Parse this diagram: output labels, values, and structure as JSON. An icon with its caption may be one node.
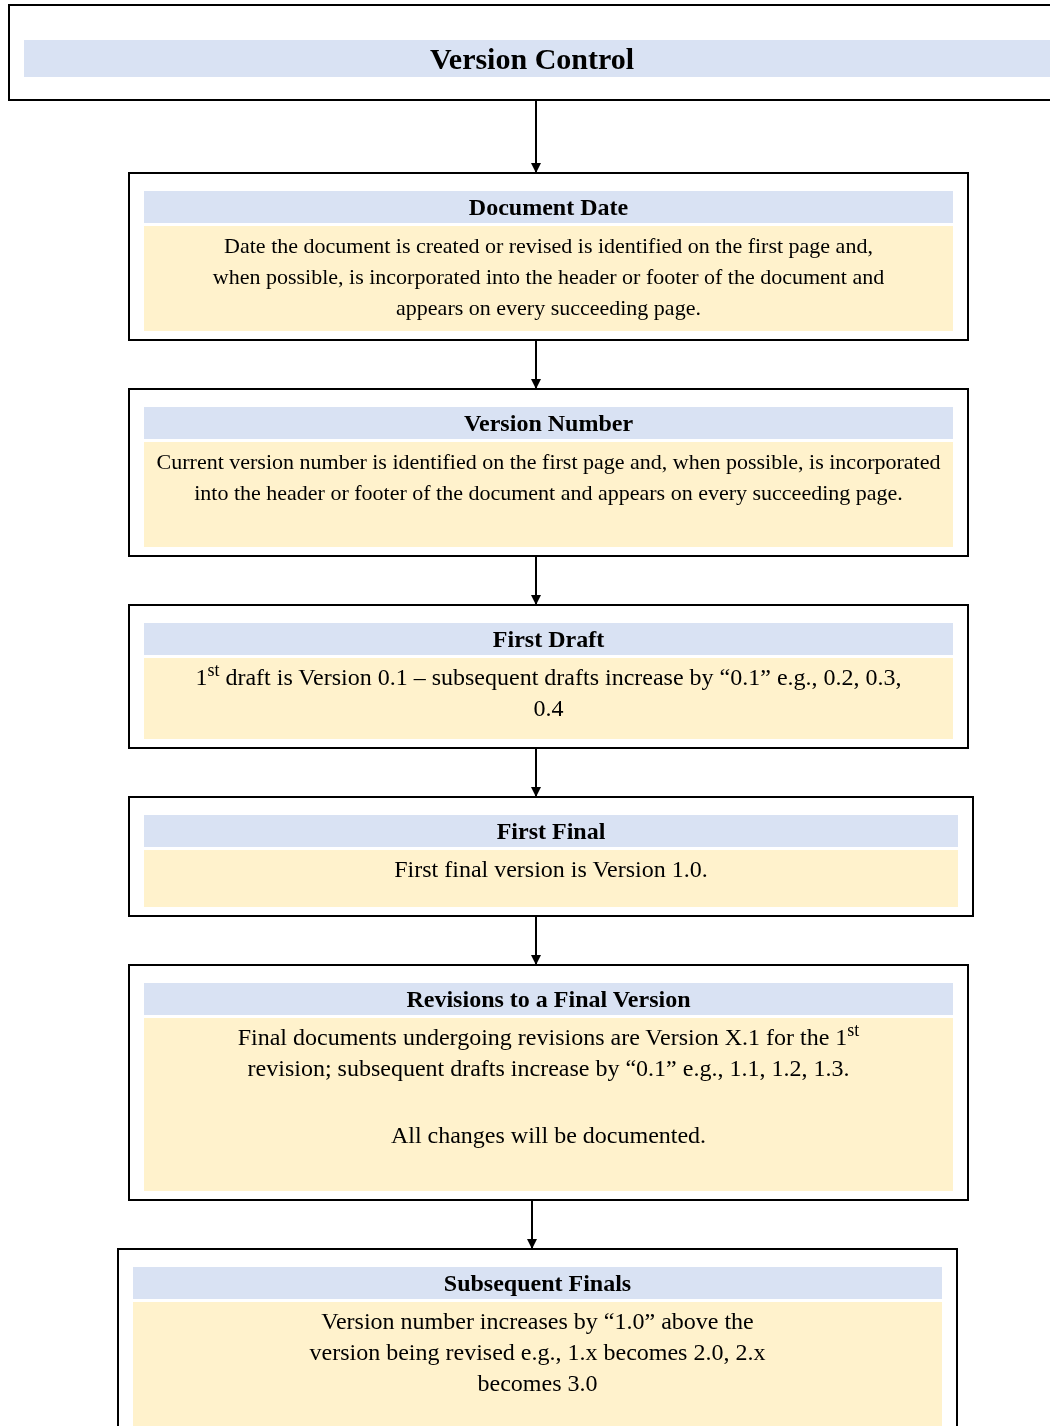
{
  "diagram": {
    "nodes": [
      {
        "text": [
          "Version Control"
        ]
      },
      {
        "text": [
          "Document Date",
          "Date the document is created or revised is identified on the first page and, when possible, is incorporated into the header or footer of the document and appears on every succeeding page."
        ]
      },
      {
        "text": [
          "Version Number",
          "Current version number is identified on the first page and, when possible, is incorporated into the header or footer of the document and appears on every succeeding page."
        ]
      },
      {
        "text": [
          "First Draft",
          "1$^{st}$ draft is Version 0.1 – subsequent drafts increase by “0.1” e.g., 0.2, 0.3, 0.4"
        ]
      },
      {
        "text": [
          "First Final",
          "First final version is Version 1.0."
        ]
      },
      {
        "text": [
          "Revisions to a Final Version",
          "Final documents undergoing revisions are Version X.1 for the 1$^{st}$ revision; subsequent drafts increase by “0.1” e.g., 1.1, 1.2, 1.3.",
          "All changes will be documented."
        ]
      },
      {
        "text": [
          "Subsequent Finals",
          "Version number increases by “1.0” above the version being revised e.g., 1.x becomes 2.0, 2.x becomes 3.0"
        ]
      }
    ],
    "edges": [
      {
        "from": 0,
        "to": 1,
        "arrow": "to"
      },
      {
        "from": 1,
        "to": 2,
        "arrow": "to"
      },
      {
        "from": 2,
        "to": 3,
        "arrow": "to"
      },
      {
        "from": 3,
        "to": 4,
        "arrow": "to"
      },
      {
        "from": 4,
        "to": 5,
        "arrow": "to"
      },
      {
        "from": 5,
        "to": 6,
        "arrow": "to"
      }
    ]
  }
}
